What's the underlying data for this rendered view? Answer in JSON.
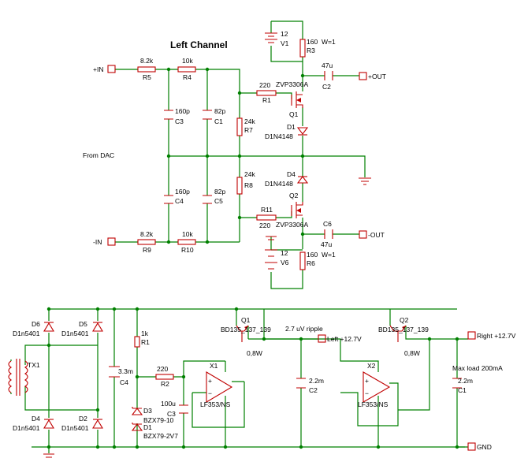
{
  "title": "Left Channel",
  "from_dac": "From DAC",
  "ports": {
    "in_p": "+IN",
    "in_n": "-IN",
    "out_p": "+OUT",
    "out_n": "-OUT",
    "left": "Left +12.7V",
    "right": "Right +12.7V",
    "gnd": "GND"
  },
  "parts": {
    "R5": {
      "ref": "R5",
      "val": "8.2k"
    },
    "R4": {
      "ref": "R4",
      "val": "10k"
    },
    "R9": {
      "ref": "R9",
      "val": "8.2k"
    },
    "R10": {
      "ref": "R10",
      "val": "10k"
    },
    "C3": {
      "ref": "C3",
      "val": "160p"
    },
    "C1": {
      "ref": "C1",
      "val": "82p"
    },
    "C4": {
      "ref": "C4",
      "val": "160p"
    },
    "C5": {
      "ref": "C5",
      "val": "82p"
    },
    "R7": {
      "ref": "R7",
      "val": "24k"
    },
    "R8": {
      "ref": "R8",
      "val": "24k"
    },
    "R1": {
      "ref": "R1",
      "val": "220"
    },
    "R11": {
      "ref": "R11",
      "val": "220"
    },
    "Q1": {
      "ref": "Q1",
      "val": "ZVP3306A"
    },
    "Q2": {
      "ref": "Q2",
      "val": "ZVP3306A"
    },
    "D1": {
      "ref": "D1",
      "val": "D1N4148"
    },
    "D4": {
      "ref": "D4",
      "val": "D1N4148"
    },
    "V1": {
      "ref": "V1",
      "val": "12"
    },
    "V6": {
      "ref": "V6",
      "val": "12"
    },
    "R3": {
      "ref": "R3",
      "val": "160",
      "note": "W=1"
    },
    "R6": {
      "ref": "R6",
      "val": "160",
      "note": "W=1"
    },
    "C2": {
      "ref": "C2",
      "val": "47u"
    },
    "C6": {
      "ref": "C6",
      "val": "47u"
    }
  },
  "psu": {
    "TX1": "TX1",
    "D6": {
      "ref": "D6",
      "val": "D1n5401"
    },
    "D5": {
      "ref": "D5",
      "val": "D1n5401"
    },
    "D4": {
      "ref": "D4",
      "val": "D1n5401"
    },
    "D2": {
      "ref": "D2",
      "val": "D1n5401"
    },
    "C4": {
      "ref": "C4",
      "val": "3.3m"
    },
    "R1": {
      "ref": "R1",
      "val": "1k"
    },
    "R2": {
      "ref": "R2",
      "val": "220"
    },
    "D3": {
      "ref": "D3",
      "val": "BZX79-10"
    },
    "D1": {
      "ref": "D1",
      "val": "BZX79-2V7"
    },
    "C3": {
      "ref": "C3",
      "val": "100u"
    },
    "X1": {
      "ref": "X1",
      "val": "LF353/NS"
    },
    "X2": {
      "ref": "X2",
      "val": "LF353/NS"
    },
    "Q1": {
      "ref": "Q1",
      "val": "BD135_137_139",
      "note": "0,8W"
    },
    "Q2": {
      "ref": "Q2",
      "val": "BD135_137_139",
      "note": "0,8W"
    },
    "C2": {
      "ref": "C2",
      "val": "2.2m"
    },
    "C1": {
      "ref": "C1",
      "val": "2.2m"
    },
    "ripple": "2.7 uV ripple",
    "maxload": "Max load 200mA"
  }
}
